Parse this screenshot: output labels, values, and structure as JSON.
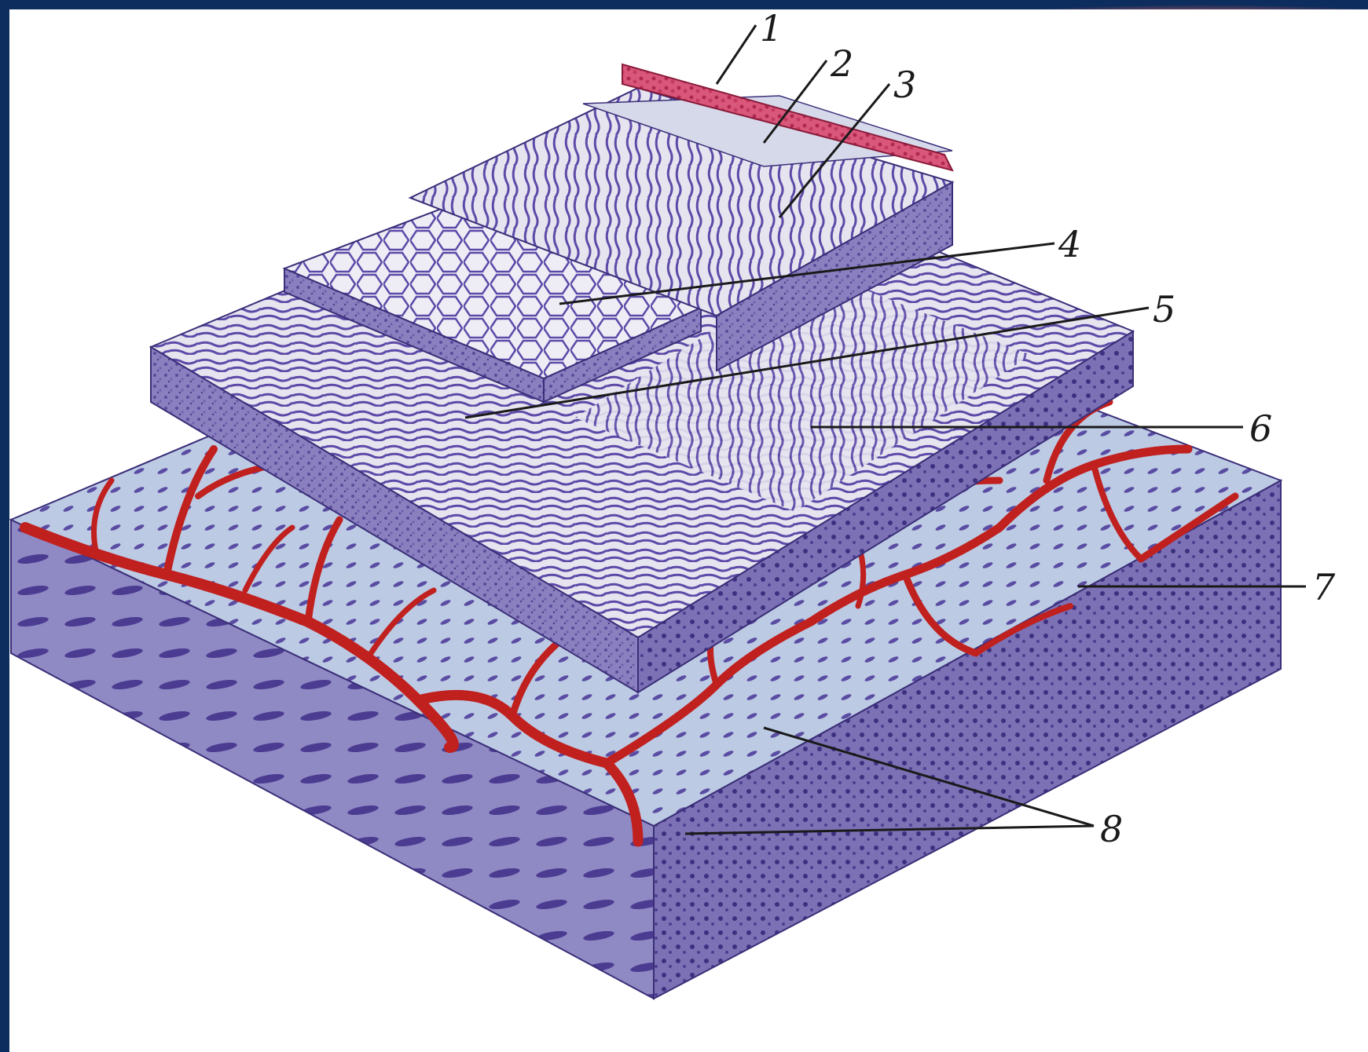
{
  "diagram": {
    "labels": [
      "1",
      "2",
      "3",
      "4",
      "5",
      "6",
      "7",
      "8"
    ]
  },
  "colors": {
    "frame": "#0d2d5e",
    "vessel_red": "#c0201e",
    "tissue_purple": "#6c5aa8",
    "tissue_light": "#b9c7e2",
    "label_ink": "#1a1a1a"
  },
  "icons": [
    "ornament-icon"
  ]
}
